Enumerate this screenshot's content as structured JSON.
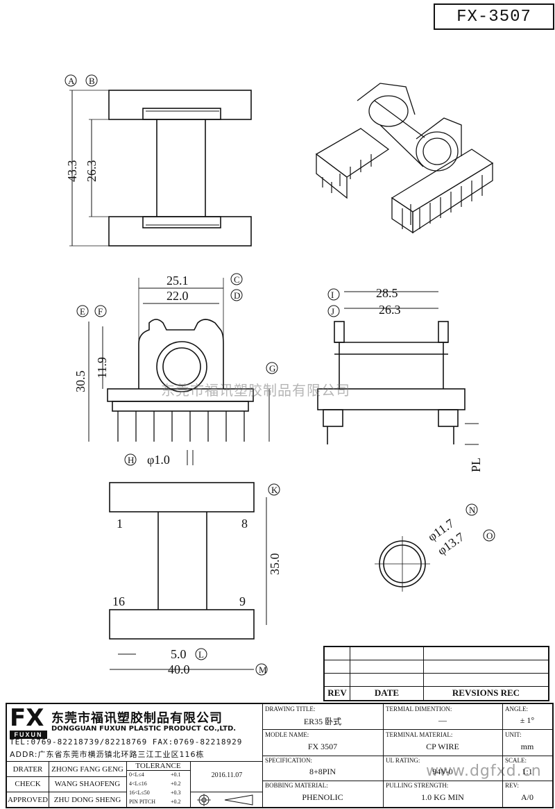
{
  "part_number": "FX-3507",
  "dimensions": {
    "A": "A",
    "B": "B",
    "C": "C",
    "D": "D",
    "E": "E",
    "F": "F",
    "G": "G",
    "H": "H",
    "I": "I",
    "J": "J",
    "K": "K",
    "L": "L",
    "M": "M",
    "N": "N",
    "O": "O",
    "d_43_3": "43.3",
    "d_26_3_left": "26.3",
    "d_25_1": "25.1",
    "d_22_0": "22.0",
    "d_30_5": "30.5",
    "d_11_9": "11.9",
    "d_28_5": "28.5",
    "d_26_3_side": "26.3",
    "pin_dia": "φ1.0",
    "d_35_0": "35.0",
    "d_5_0": "5.0",
    "d_40_0": "40.0",
    "d_11_7": "φ11.7",
    "d_13_7": "φ13.7",
    "pl": "PL",
    "pin_1": "1",
    "pin_8": "8",
    "pin_16": "16",
    "pin_9": "9"
  },
  "watermark": {
    "company": "东莞市福讯塑胶制品有限公司",
    "site": "www.dgfxd.cn"
  },
  "revision_table": {
    "headers": [
      "REV",
      "DATE",
      "REVSIONS REC"
    ]
  },
  "title_block": {
    "logo": "FX",
    "logo_sub": "FUXUN",
    "company_cn": "东莞市福讯塑胶制品有限公司",
    "company_en": "DONGGUAN FUXUN PLASTIC PRODUCT CO.,LTD.",
    "tel": "TEL:0769-82218739/82218769 FAX:0769-82218929",
    "addr": "ADDR:广东省东莞市横沥镇北环路三江工业区116栋",
    "drater_label": "DRATER",
    "drater": "ZHONG FANG GENG",
    "check_label": "CHECK",
    "check": "WANG SHAOFENG",
    "approved_label": "APPROVED",
    "approved": "ZHU DONG SHENG",
    "tolerance_label": "TOLERANCE",
    "tolerance": [
      {
        "range": "0<L≤4",
        "value": "+0.1"
      },
      {
        "range": "4<L≤16",
        "value": "+0.2"
      },
      {
        "range": "16<L≤50",
        "value": "+0.3"
      },
      {
        "range": "PIN PITCH",
        "value": "+0.2"
      }
    ],
    "date": "2016.11.07",
    "drawing_title_label": "DRAWING TITLE:",
    "drawing_title": "ER35 卧式",
    "model_name_label": "MODLE NAME:",
    "model_name": "FX 3507",
    "specification_label": "SPECIFICATION:",
    "specification": "8+8PIN",
    "bobbing_material_label": "BOBBING MATERIAL:",
    "bobbing_material": "PHENOLIC",
    "terminal_dimention_label": "TERMIAL DIMENTION:",
    "terminal_dimention": "—",
    "terminal_material_label": "TERMINAL MATERIAL:",
    "terminal_material": "CP WIRE",
    "ul_rating_label": "UL RATING:",
    "ul_rating": "94V-0",
    "pulling_strength_label": "PULLING STRENGTH:",
    "pulling_strength": "1.0 KG MIN",
    "angle_label": "ANGLE:",
    "angle": "± 1°",
    "unit_label": "UNIT:",
    "unit": "mm",
    "scale_label": "SCALE:",
    "scale": "1:1",
    "rev_label": "REV:",
    "rev": "A/0"
  }
}
